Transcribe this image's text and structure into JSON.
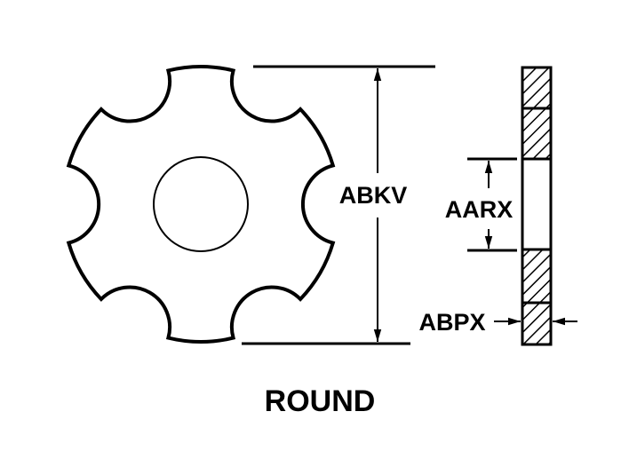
{
  "labels": {
    "diameter": "ABKV",
    "hole_diameter": "AARX",
    "thickness": "ABPX",
    "caption": "ROUND"
  },
  "colors": {
    "ink": "#000000",
    "background": "#ffffff"
  },
  "shape": {
    "notch_count": 6
  }
}
